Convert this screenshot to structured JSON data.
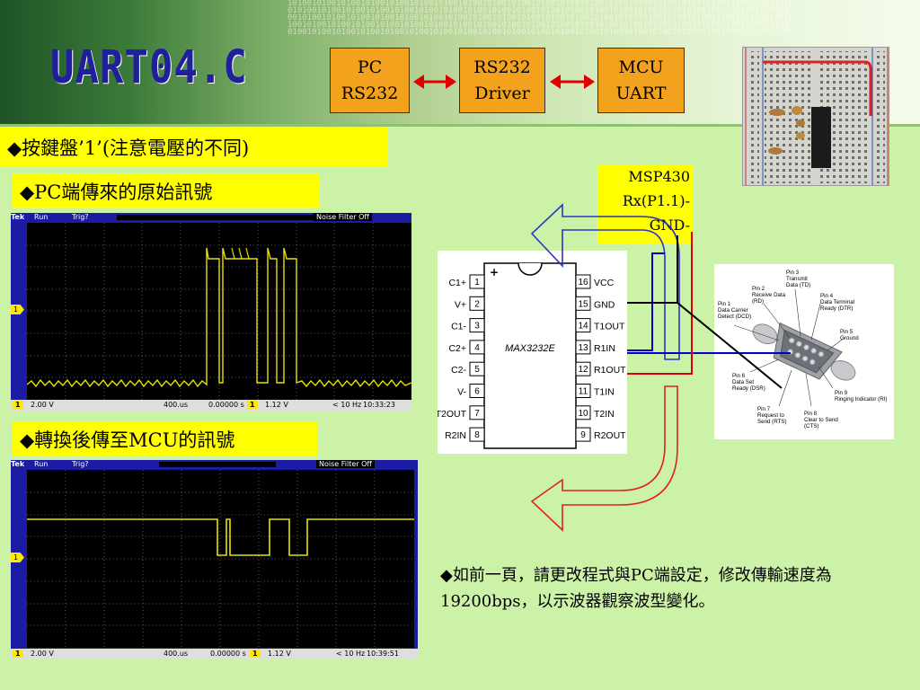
{
  "title": "UART04.C",
  "flow": {
    "pc": "PC\nRS232",
    "driver": "RS232\nDriver",
    "mcu": "MCU\nUART"
  },
  "section_label": "◆按鍵盤’1’(注意電壓的不同)",
  "scope1": {
    "label": "◆PC端傳來的原始訊號",
    "brand": "Tek",
    "status": "Run",
    "trig": "Trig?",
    "noise": "Noise Filter Off",
    "channel": "1",
    "volts": "2.00 V",
    "timebase": "400.us",
    "offset": "0.00000 s",
    "trig_ch": "1",
    "trig_level": "1.12 V",
    "freq": "< 10 Hz",
    "time": "10:33:23"
  },
  "scope2": {
    "label": "◆轉換後傳至MCU的訊號",
    "brand": "Tek",
    "status": "Run",
    "trig": "Trig?",
    "noise": "Noise Filter Off",
    "channel": "1",
    "volts": "2.00 V",
    "timebase": "400.us",
    "offset": "0.00000 s",
    "trig_ch": "1",
    "trig_level": "1.12 V",
    "freq": "< 10 Hz",
    "time": "10:39:51"
  },
  "msp_label": {
    "line1": "MSP430",
    "line2": "Rx(P1.1)-",
    "line3": "GND-"
  },
  "chip": {
    "name": "MAX3232E",
    "left_pins": [
      {
        "num": "1",
        "label": "C1+"
      },
      {
        "num": "2",
        "label": "V+"
      },
      {
        "num": "3",
        "label": "C1-"
      },
      {
        "num": "4",
        "label": "C2+"
      },
      {
        "num": "5",
        "label": "C2-"
      },
      {
        "num": "6",
        "label": "V-"
      },
      {
        "num": "7",
        "label": "T2OUT"
      },
      {
        "num": "8",
        "label": "R2IN"
      }
    ],
    "right_pins": [
      {
        "num": "16",
        "label": "VCC"
      },
      {
        "num": "15",
        "label": "GND"
      },
      {
        "num": "14",
        "label": "T1OUT"
      },
      {
        "num": "13",
        "label": "R1IN"
      },
      {
        "num": "12",
        "label": "R1OUT"
      },
      {
        "num": "11",
        "label": "T1IN"
      },
      {
        "num": "10",
        "label": "T2IN"
      },
      {
        "num": "9",
        "label": "R2OUT"
      }
    ]
  },
  "db9": {
    "pin1": [
      "Pin 1",
      "Data Carrier",
      "Detect (DCD)"
    ],
    "pin2": [
      "Pin 2",
      "Receive Data",
      "(RD)"
    ],
    "pin3": [
      "Pin 3",
      "Transmit",
      "Data (TD)"
    ],
    "pin4": [
      "Pin 4",
      "Data Terminal",
      "Ready (DTR)"
    ],
    "pin5": [
      "Pin 5",
      "Ground"
    ],
    "pin6": [
      "Pin 6",
      "Data Set",
      "Ready (DSR)"
    ],
    "pin7": [
      "Pin 7",
      "Request to",
      "Send (RTS)"
    ],
    "pin8": [
      "Pin 8",
      "Clear to Send",
      "(CTS)"
    ],
    "pin9": [
      "Pin 9",
      "Ringing Indicator (RI)"
    ]
  },
  "note": "◆如前一頁，請更改程式與PC端設定，修改傳輸速度為19200bps，以示波器觀察波型變化。",
  "colors": {
    "background": "#ccf2a8",
    "title": "#20209c",
    "flow_box": "#f3a21d",
    "label_bg": "#ffff00",
    "scope_frame": "#1b1ba3",
    "trace": "#e8e000",
    "wire_blue": "#0000cc",
    "wire_red": "#e00000"
  }
}
